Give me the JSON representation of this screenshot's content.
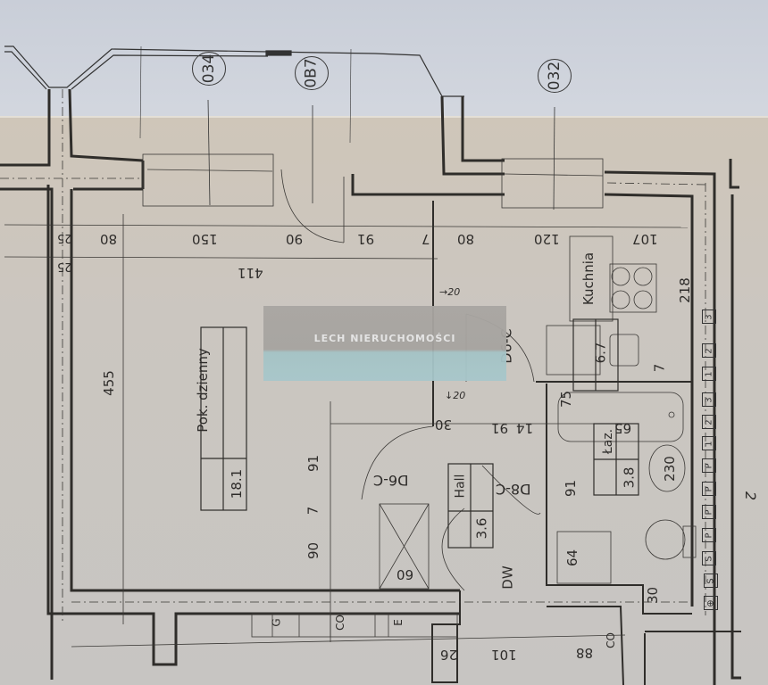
{
  "plan": {
    "axis_tags": [
      {
        "id": "axis-034",
        "label": "034"
      },
      {
        "id": "axis-0b7",
        "label": "0B7"
      },
      {
        "id": "axis-032",
        "label": "032"
      }
    ],
    "rooms": [
      {
        "id": "living-room",
        "name": "Pok. dzienny",
        "area": "18.1"
      },
      {
        "id": "kitchen",
        "name": "Kuchnia",
        "area": "6.7"
      },
      {
        "id": "bathroom",
        "name": "Łaz.",
        "area": "3.8"
      },
      {
        "id": "hall",
        "name": "Hall",
        "area": "3.6"
      }
    ],
    "doors": [
      {
        "id": "door-d6c-kitchen",
        "label": "D6-C"
      },
      {
        "id": "door-d6c-hall",
        "label": "D6-C"
      },
      {
        "id": "door-d8c",
        "label": "D8-C"
      },
      {
        "id": "door-dw",
        "label": "DW"
      }
    ],
    "dimensions_top": [
      "25",
      "80",
      "150",
      "90",
      "91",
      "7",
      "80",
      "120",
      "107"
    ],
    "dimensions_second_row": [
      "25",
      "411"
    ],
    "dimension_left": "455",
    "dimensions_middle": [
      "30",
      "14",
      "91",
      "75",
      "65",
      "7",
      "91",
      "7",
      "90",
      "91"
    ],
    "dimensions_bottom": [
      "26",
      "101",
      "88",
      "60",
      "64",
      "30",
      "230",
      "218"
    ],
    "level_marks": [
      "20",
      "20"
    ],
    "utility_labels": [
      "G",
      "CO",
      "E",
      "CO"
    ],
    "shaft_column": [
      "3",
      "2",
      "1",
      "3",
      "2",
      "1",
      "P",
      "P",
      "P",
      "P",
      "S",
      "S",
      "⊕"
    ],
    "handwritten_mark": "2"
  },
  "watermark": {
    "text": "LECH NIERUCHOMOŚCI"
  },
  "colors": {
    "top_sheet": "#cfd3dc",
    "main_sheet": "#cac6c1",
    "line": "#3a3835",
    "wall": "#2f2d2a"
  }
}
